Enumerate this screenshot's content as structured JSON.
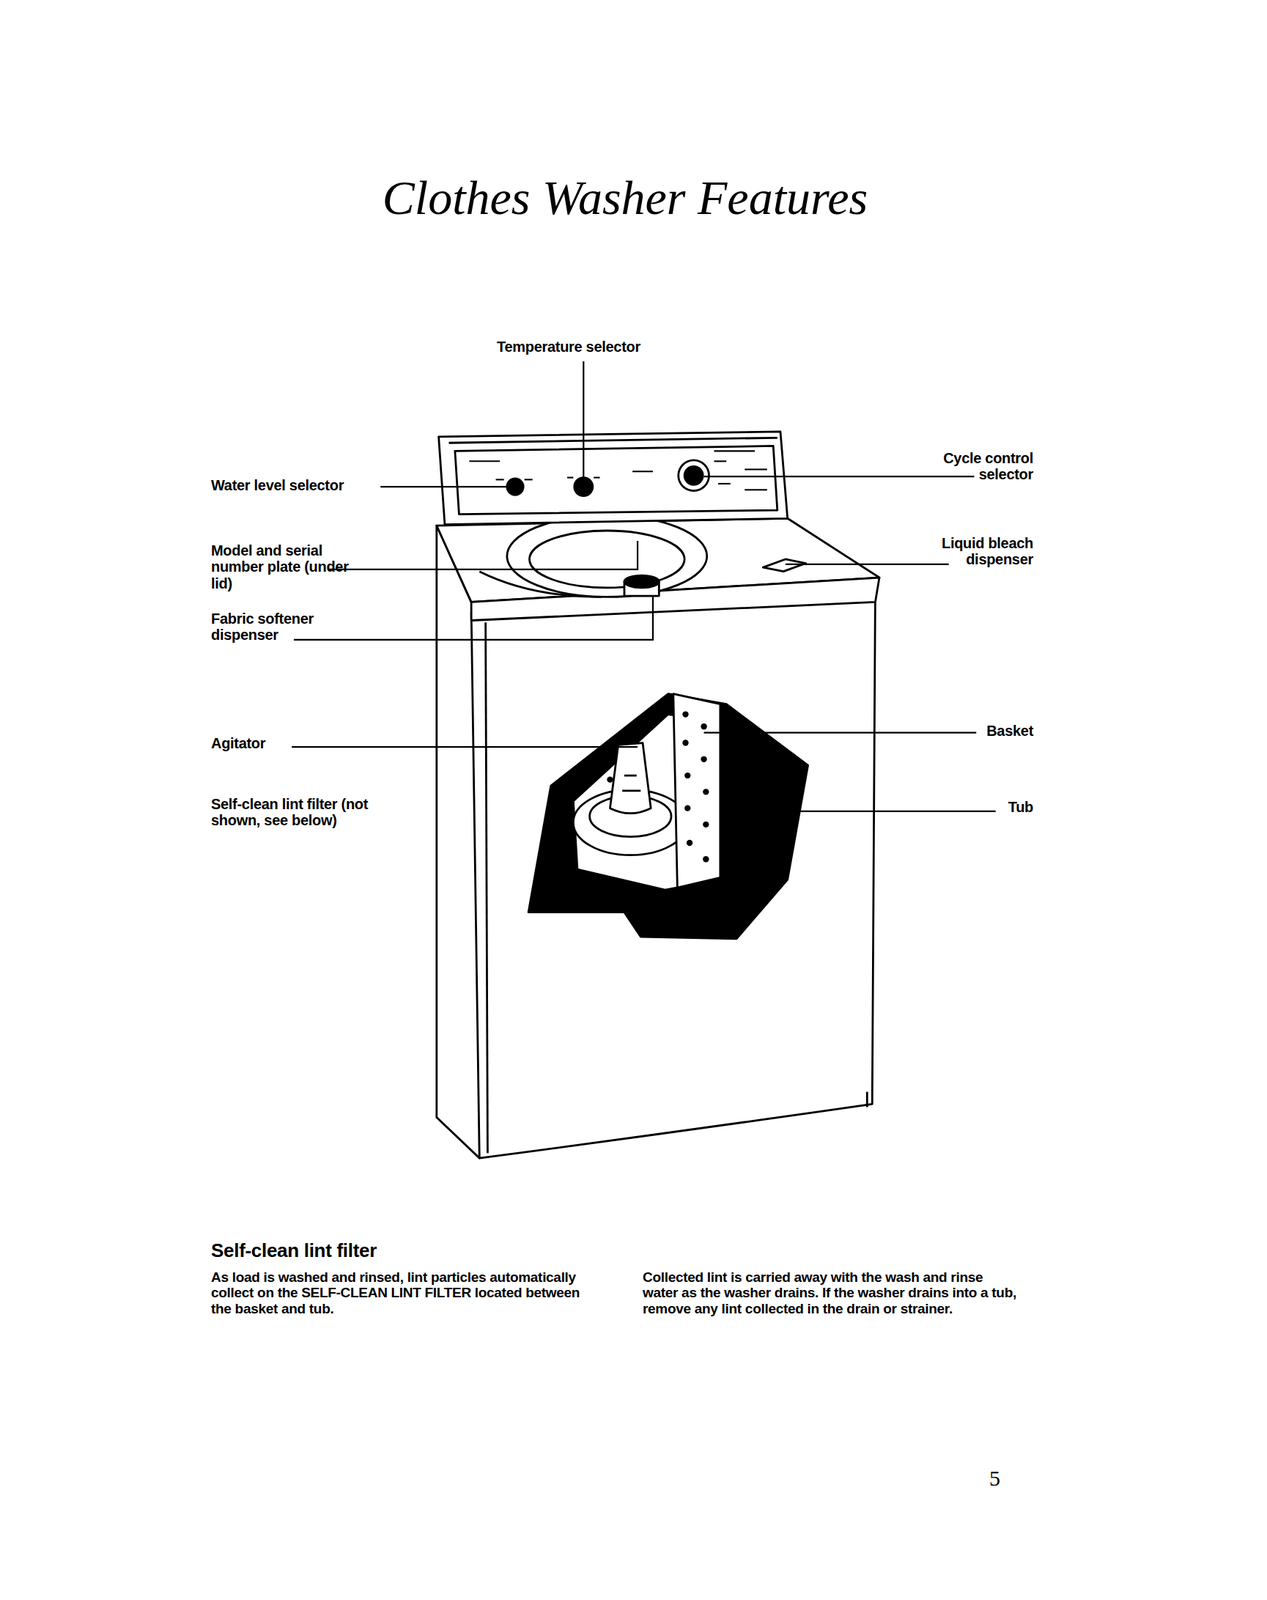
{
  "diagram": {
    "title": "Clothes Washer Features",
    "labels": [
      "Temperature selector",
      "Water level selector",
      "Cycle control selector",
      "Model and serial number plate (under lid)",
      "Liquid bleach dispenser",
      "Fabric softener dispenser",
      "Basket",
      "Agitator",
      "Self-clean lint filter (not shown, see below)",
      "Tub",
      "Self-clean lint filter",
      "As load is washed and rinsed, lint particles automatically collect on the SELF-CLEAN LINT FILTER located between the basket and tub.",
      "Collected lint is carried away with the wash and rinse water as the washer drains. If the washer drains into a tub, remove any lint collected in the drain or strainer.",
      "5"
    ]
  }
}
